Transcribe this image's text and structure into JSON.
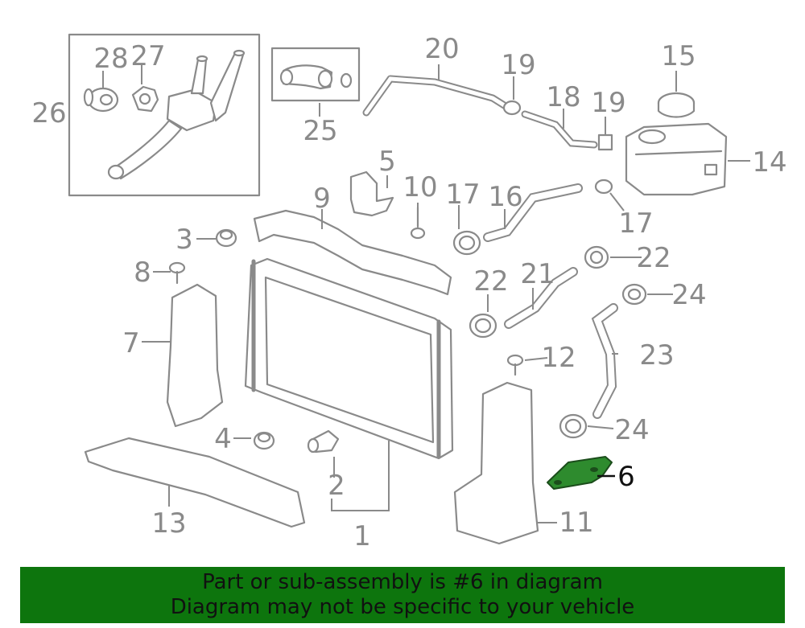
{
  "callouts": {
    "n1": "1",
    "n2": "2",
    "n3": "3",
    "n4": "4",
    "n5": "5",
    "n6": "6",
    "n7": "7",
    "n8": "8",
    "n9": "9",
    "n10": "10",
    "n11": "11",
    "n12": "12",
    "n13": "13",
    "n14": "14",
    "n15": "15",
    "n16": "16",
    "n17a": "17",
    "n17b": "17",
    "n18": "18",
    "n19a": "19",
    "n19b": "19",
    "n20": "20",
    "n21": "21",
    "n22a": "22",
    "n22b": "22",
    "n23": "23",
    "n24a": "24",
    "n24b": "24",
    "n25": "25",
    "n26": "26",
    "n27": "27",
    "n28": "28"
  },
  "highlight": {
    "part_number": "6",
    "color": "#2e8b2e"
  },
  "banner": {
    "line1": "Part or sub-assembly is #6 in diagram",
    "line2": "Diagram may not be specific to your vehicle",
    "background": "#0d750d"
  }
}
